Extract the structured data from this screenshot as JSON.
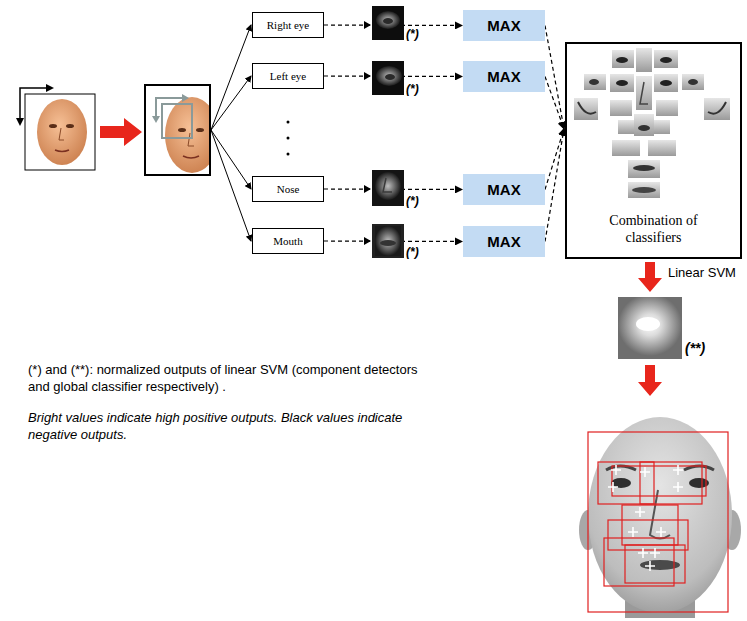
{
  "diagram": {
    "nodes": [
      {
        "text": [
          "Right eye"
        ]
      },
      {
        "text": [
          "Left eye"
        ]
      },
      {
        "text": [
          "Nose"
        ]
      },
      {
        "text": [
          "Mouth"
        ]
      },
      {
        "text": [
          "MAX"
        ]
      },
      {
        "text": [
          "MAX"
        ]
      },
      {
        "text": [
          "MAX"
        ]
      },
      {
        "text": [
          "MAX"
        ]
      },
      {
        "text": [
          "Combination of classifiers"
        ]
      }
    ],
    "edges": [
      {
        "from": 0,
        "to": 4,
        "arrow": "to"
      },
      {
        "from": 1,
        "to": 5,
        "arrow": "to"
      },
      {
        "from": 2,
        "to": 6,
        "arrow": "to"
      },
      {
        "from": 3,
        "to": 7,
        "arrow": "to"
      },
      {
        "from": 4,
        "to": 8,
        "arrow": "to"
      },
      {
        "from": 5,
        "to": 8,
        "arrow": "to"
      },
      {
        "from": 6,
        "to": 8,
        "arrow": "to"
      },
      {
        "from": 7,
        "to": 8,
        "arrow": "to"
      }
    ],
    "labels": [
      "(*)",
      "(*)",
      "(*)",
      "(*)",
      "Linear SVM",
      "(**)",
      "(*) and (**): normalized outputs of linear SVM (component detectors and global classifier respectively) .",
      "Bright values indicate high positive outputs. Black values indicate negative outputs."
    ]
  }
}
